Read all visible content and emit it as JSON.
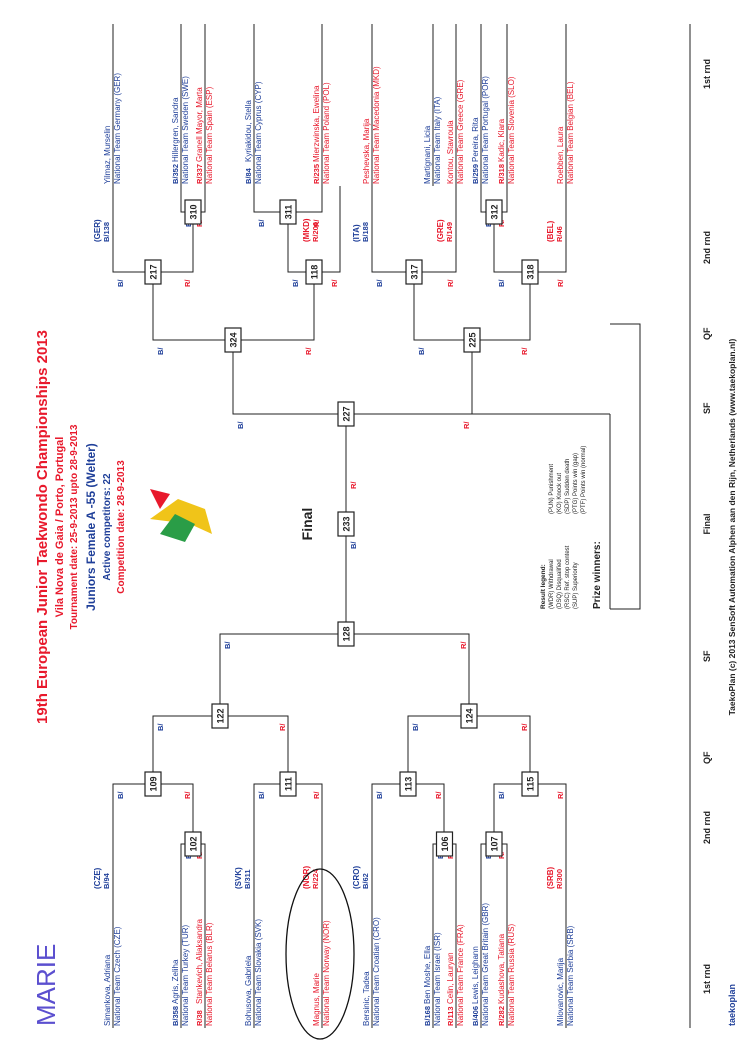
{
  "header": {
    "title": "19th European Junior Taekwondo Championships 2013",
    "venue": "Vila Nova de Gaia / Porto, Portugal",
    "dates": "Tournament date: 25-9-2013 upto 28-9-2013",
    "category": "Juniors Female A -55 (Welter)",
    "competitors": "Active competitors: 22",
    "competition_date": "Competition date: 28-9-2013"
  },
  "handwriting": "MARIE",
  "left_players": [
    {
      "tag": "",
      "name": "Simankova, Adriana",
      "team": "National Team Czech (CZE)"
    },
    {
      "tag": "B/358",
      "name": "Agris, Zeliha",
      "team": "National Team Turkey (TUR)"
    },
    {
      "tag": "R/38",
      "name": "Stankevich, Aliaksandra",
      "team": "National Team Belarus (BLR)"
    },
    {
      "tag": "",
      "name": "Bohusova, Gabriela",
      "team": "National Team Slovakia (SVK)"
    },
    {
      "tag": "",
      "name": "Magnus, Marie",
      "team": "National Team Norway (NOR)"
    },
    {
      "tag": "",
      "name": "Bersinic, Tadea",
      "team": "National Team Croatian (CRO)"
    },
    {
      "tag": "B/168",
      "name": "Ben Moshe, Ella",
      "team": "National Team Israel (ISR)"
    },
    {
      "tag": "R/113",
      "name": "Celin, Lauryan",
      "team": "National Team France (FRA)"
    },
    {
      "tag": "B/406",
      "name": "Lewis, Leighann",
      "team": "National Team Great Britain (GBR)"
    },
    {
      "tag": "R/282",
      "name": "Kudashova, Tatiana",
      "team": "National Team Russia (RUS)"
    },
    {
      "tag": "",
      "name": "Milovanovic, Marija",
      "team": "National Team Serbia (SRB)"
    }
  ],
  "right_players": [
    {
      "tag": "",
      "name": "Yilmaz, Murselin",
      "team": "National Team Germany (GER)"
    },
    {
      "tag": "B/352",
      "name": "Hillergren, Sandra",
      "team": "National Team Sweden (SWE)"
    },
    {
      "tag": "R/337",
      "name": "Granell Mayor, Marta",
      "team": "National Team Spain (ESP)"
    },
    {
      "tag": "B/84",
      "name": "Kyriakidou, Stella",
      "team": "National Team Cyprus (CYP)"
    },
    {
      "tag": "R/235",
      "name": "Mierzwinska, Ewelina",
      "team": "National Team Poland (POL)"
    },
    {
      "tag": "",
      "name": "Peshevska, Marija",
      "team": "National Team Macedonia (MKD)"
    },
    {
      "tag": "",
      "name": "Martignani, Licia",
      "team": "National Team Italy (ITA)"
    },
    {
      "tag": "",
      "name": "Kontou, Stavroula",
      "team": "National Team Greece (GRE)"
    },
    {
      "tag": "B/259",
      "name": "Pereira, Rita",
      "team": "National Team Portugal (POR)"
    },
    {
      "tag": "R/318",
      "name": "Kadic, Klara",
      "team": "National Team Slovenia (SLO)"
    },
    {
      "tag": "",
      "name": "Roebben, Laura",
      "team": "National Team Belgian (BEL)"
    }
  ],
  "left_seeds": [
    {
      "country": "(CZE)",
      "num": "B/94"
    },
    {
      "country": "(SVK)",
      "num": "B/311"
    },
    {
      "country": "(NOR)",
      "num": "R/224"
    },
    {
      "country": "(CRO)",
      "num": "B/62"
    },
    {
      "country": "(SRB)",
      "num": "R/300"
    }
  ],
  "right_seeds": [
    {
      "country": "(GER)",
      "num": "B/138"
    },
    {
      "country": "(MKD)",
      "num": "R/206"
    },
    {
      "country": "(ITA)",
      "num": "B/188"
    },
    {
      "country": "(GRE)",
      "num": "R/149"
    },
    {
      "country": "(BEL)",
      "num": "R/46"
    }
  ],
  "matches": [
    "102",
    "106",
    "107",
    "109",
    "111",
    "113",
    "115",
    "122",
    "124",
    "128",
    "233",
    "227",
    "324",
    "225",
    "217",
    "118",
    "317",
    "318",
    "310",
    "311",
    "312"
  ],
  "corners": {
    "blue": "B/",
    "red": "R/"
  },
  "final_label": "Final",
  "prize_winners": "Prize winners:",
  "legend": {
    "title": "Result legend:",
    "items": [
      "(WDR) Withdrawal",
      "(DSQ) Disqualified",
      "(RSC) Ref. stop contest",
      "(SUP) Superiority",
      "(PUN) Punishment",
      "(KO) Knock out",
      "(SDP) Sudden death",
      "(PTG) Points win (gap)",
      "(PTF) Points win (normal)"
    ]
  },
  "rounds": {
    "left": [
      "1st rnd",
      "2nd rnd",
      "QF",
      "SF"
    ],
    "center": "Final",
    "right": [
      "SF",
      "QF",
      "2nd rnd",
      "1st rnd"
    ]
  },
  "footer": "TaekoPlan (c) 2013 SenSoft Automation Alphen aan den Rijn, Netherlands (www.taekoplan.nl)",
  "logo_text": "taekoplan",
  "colors": {
    "title": "#e8192c",
    "blue": "#1f3f99",
    "red": "#e8192c",
    "line": "#222222"
  }
}
